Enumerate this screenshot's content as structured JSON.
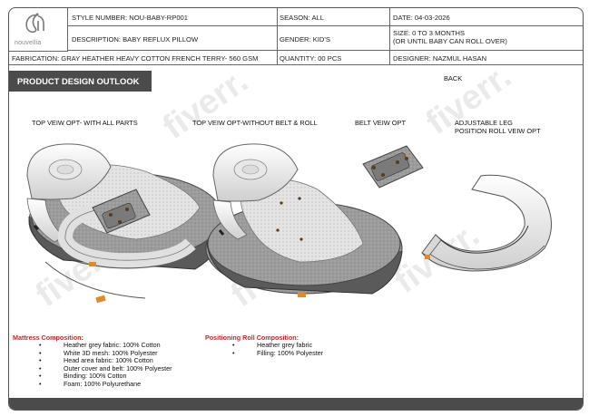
{
  "header": {
    "logo_text": "nouvellia",
    "style_number": "STYLE NUMBER: NOU-BABY-RP001",
    "season": "SEASON: ALL",
    "date": "DATE: 04-03-2026",
    "description": "DESCRIPTION: BABY REFLUX PILLOW",
    "gender": "GENDER: KID'S",
    "size_line1": "SIZE: 0 TO 3 MONTHS",
    "size_line2": "(OR UNTIL BABY CAN ROLL OVER)",
    "fabrication": "FABRICATION: GRAY HEATHER HEAVY COTTON FRENCH TERRY- 560 GSM",
    "quantity": "QUANTITY: 00 PCS",
    "designer": "DESIGNER: NAZMUL HASAN"
  },
  "section": {
    "title": "PRODUCT DESIGN OUTLOOK",
    "back_label": "BACK"
  },
  "views": [
    {
      "label": "TOP VEIW OPT- WITH ALL PARTS"
    },
    {
      "label": "TOP VEIW OPT-WITHOUT BELT & ROLL"
    },
    {
      "label": "BELT VEIW OPT"
    },
    {
      "label_line1": "ADJUSTABLE LEG",
      "label_line2": "POSITION ROLL VEIW OPT"
    }
  ],
  "mattress": {
    "title": "Mattress Composition:",
    "items": [
      "Heather grey fabric: 100% Cotton",
      "White 3D mesh: 100% Polyester",
      "Head area fabric: 100% Cotton",
      "Outer cover and belt: 100% Polyester",
      "Binding: 100% Cotton",
      "Foam: 100% Polyurethane"
    ]
  },
  "roll": {
    "title": "Positioning Roll Composition:",
    "items": [
      "Heather grey fabric",
      "Filling: 100% Polyester"
    ]
  },
  "watermark": "fiverr.",
  "colors": {
    "header_bar": "#4b4b4b",
    "composition_title": "#d42121",
    "felt_grey": "#9a9a9a",
    "accent_orange": "#e08a2a"
  }
}
